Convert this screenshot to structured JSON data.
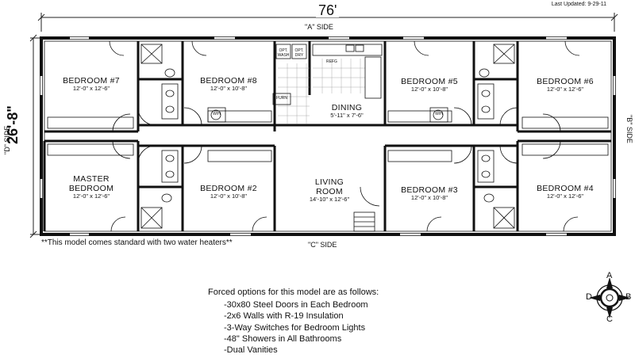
{
  "header": {
    "last_updated": "Last Updated: 9-29-11"
  },
  "dimensions": {
    "width": "76'",
    "depth": "26'-8\""
  },
  "sides": {
    "a": "\"A\" SIDE",
    "b": "\"B\" SIDE",
    "c": "\"C\" SIDE",
    "d": "\"D\" SIDE"
  },
  "rooms": {
    "bedroom7": {
      "name": "BEDROOM #7",
      "size": "12'-0\" x 12'-6\""
    },
    "bedroom8": {
      "name": "BEDROOM #8",
      "size": "12'-0\" x 10'-8\""
    },
    "bedroom5": {
      "name": "BEDROOM #5",
      "size": "12'-0\" x 10'-8\""
    },
    "bedroom6": {
      "name": "BEDROOM #6",
      "size": "12'-0\" x 12'-6\""
    },
    "master": {
      "name1": "MASTER",
      "name2": "BEDROOM",
      "size": "12'-0\" x 12'-6\""
    },
    "bedroom2": {
      "name": "BEDROOM #2",
      "size": "12'-0\" x 10'-8\""
    },
    "living": {
      "name1": "LIVING",
      "name2": "ROOM",
      "size": "14'-10\" x 12'-6\""
    },
    "bedroom3": {
      "name": "BEDROOM #3",
      "size": "12'-0\" x 10'-8\""
    },
    "bedroom4": {
      "name": "BEDROOM #4",
      "size": "12'-0\" x 12'-6\""
    },
    "dining": {
      "name": "DINING",
      "size": "5'-11\" x 7'-6\""
    }
  },
  "fixtures": {
    "opt_wash": "OPT. WASH",
    "opt_dry": "OPT. DRY",
    "refg": "REFG",
    "furn": "FURN",
    "wh1": "W/H",
    "wh2": "W/H"
  },
  "note": "**This model comes standard with two water heaters**",
  "forced_options": {
    "heading": "Forced options for this model are as follows:",
    "items": [
      "-30x80 Steel Doors in Each Bedroom",
      "-2x6 Walls with R-19 Insulation",
      "-3-Way Switches for Bedroom Lights",
      "-48\" Showers in All Bathrooms",
      "-Dual Vanities"
    ]
  },
  "compass": {
    "n": "A",
    "e": "B",
    "s": "C",
    "w": "D"
  }
}
